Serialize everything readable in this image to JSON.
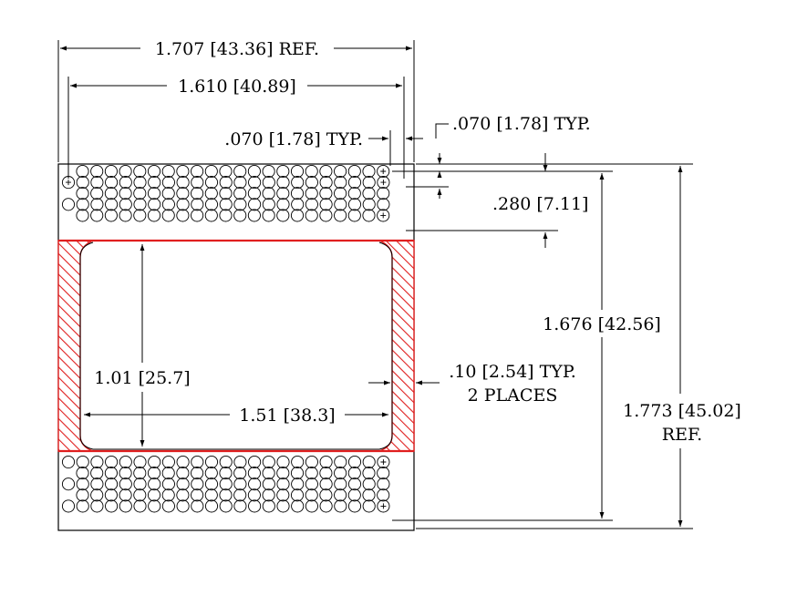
{
  "colors": {
    "line": "#000000",
    "hatch": "#e01f1f",
    "background": "#ffffff"
  },
  "dimensions": {
    "overall_width": "1.707 [43.36] REF.",
    "pitch_width": "1.610 [40.89]",
    "pitch_typ_left": ".070 [1.78] TYP.",
    "pitch_typ_right": ".070 [1.78] TYP.",
    "row_span": ".280 [7.11]",
    "pitch_height": "1.676 [42.56]",
    "overall_height_line1": "1.773 [45.02]",
    "overall_height_line2": "REF.",
    "window_height": "1.01 [25.7]",
    "window_width": "1.51 [38.3]",
    "wall_line1": ".10 [2.54] TYP.",
    "wall_line2": "2 PLACES"
  },
  "grid": {
    "columns": 23,
    "top_rows": 5,
    "bottom_rows": 5
  },
  "icons": {
    "plus_marker": "plus-circle-icon"
  }
}
